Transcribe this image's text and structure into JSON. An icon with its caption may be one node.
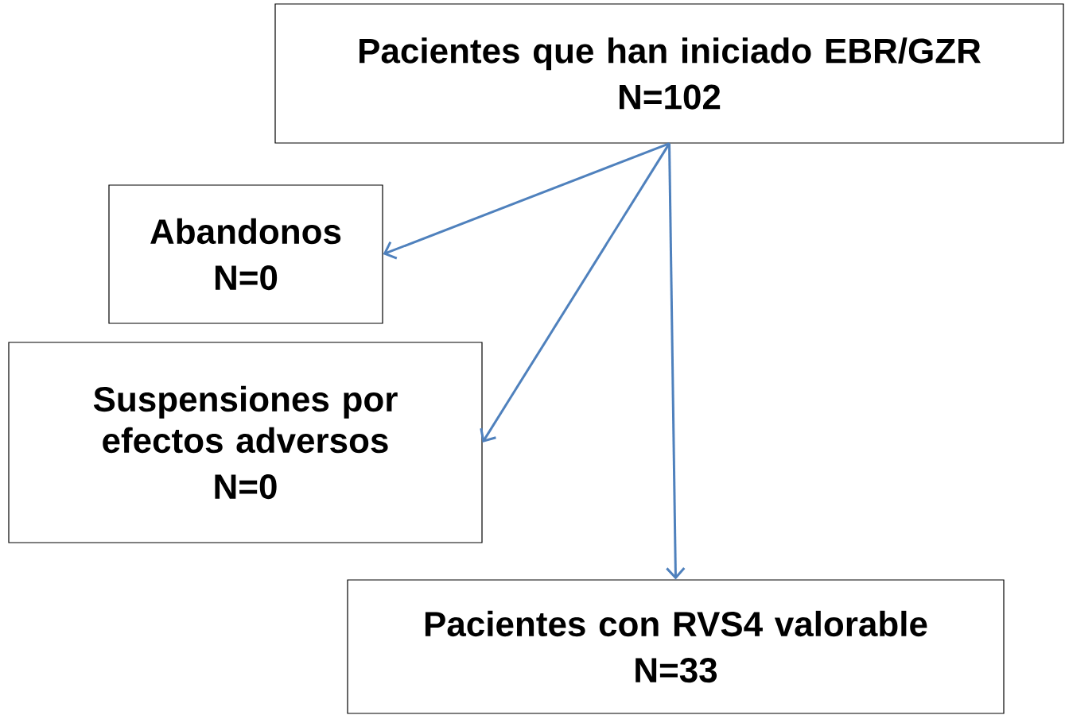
{
  "diagram": {
    "nodes": [
      {
        "text": [
          "Pacientes que han iniciado EBR/GZR",
          "N=102"
        ]
      },
      {
        "text": [
          "Abandonos",
          "N=0"
        ]
      },
      {
        "text": [
          "Suspensiones por efectos adversos",
          "N=0"
        ]
      },
      {
        "text": [
          "Pacientes con RVS4 valorable",
          "N=33"
        ]
      }
    ],
    "edges": [
      {
        "from": 0,
        "to": 1,
        "arrow": "to"
      },
      {
        "from": 0,
        "to": 2,
        "arrow": "to"
      },
      {
        "from": 0,
        "to": 3,
        "arrow": "to"
      }
    ]
  }
}
